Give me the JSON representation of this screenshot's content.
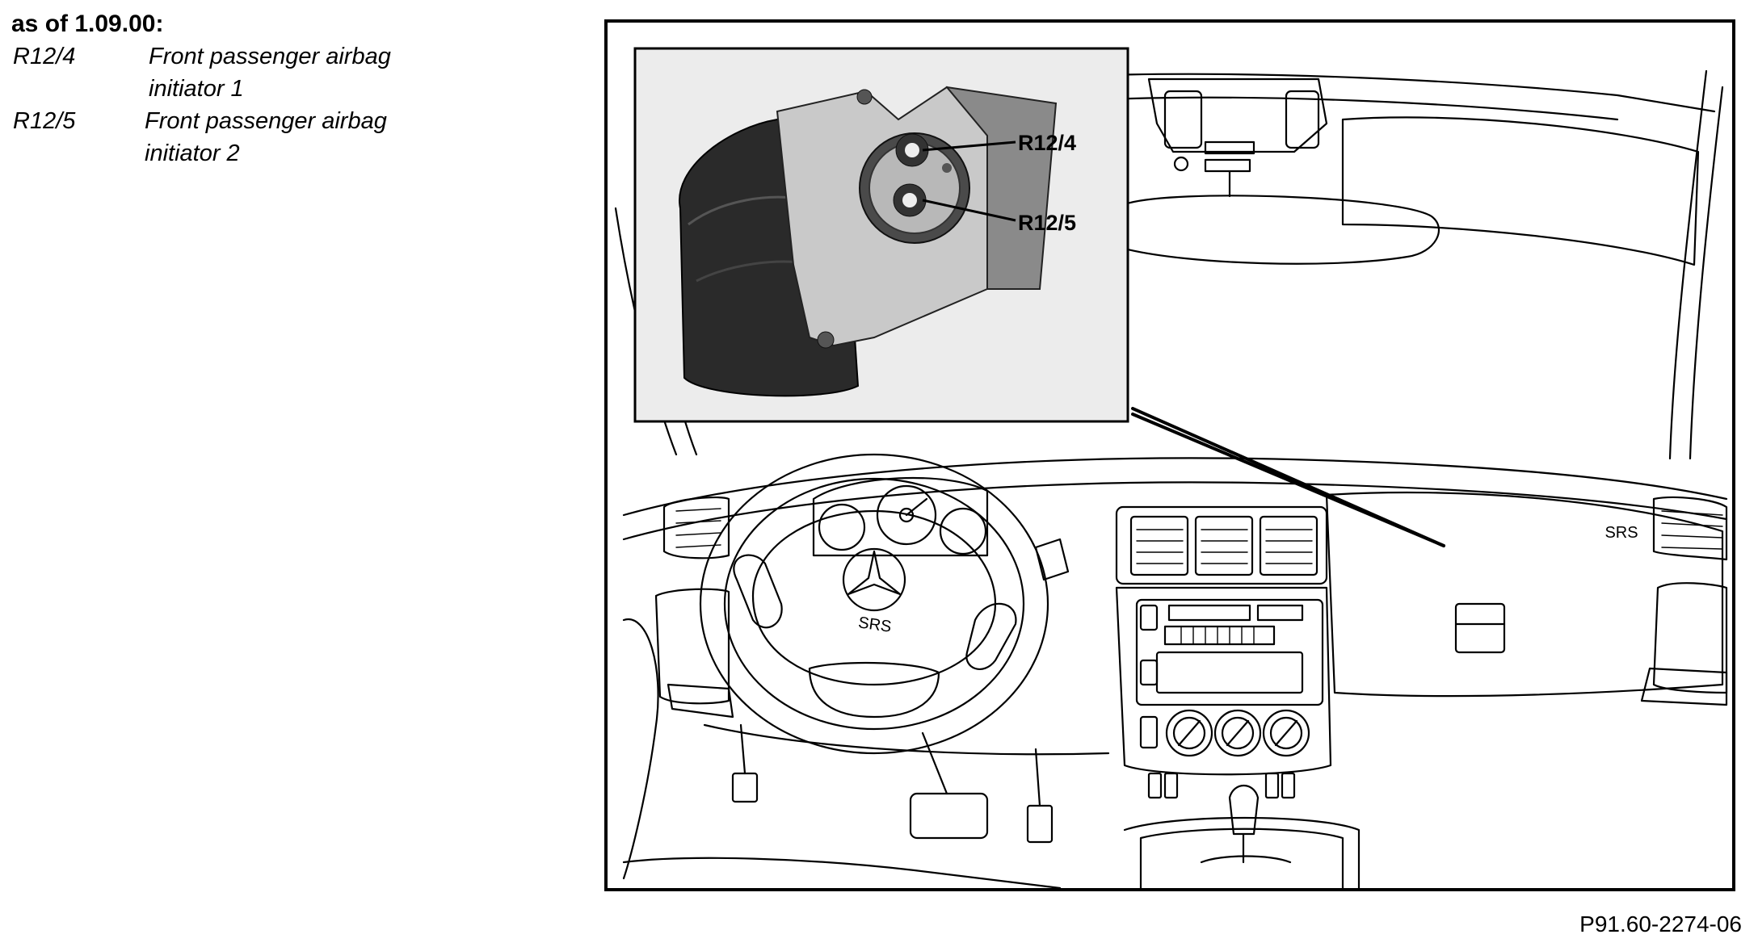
{
  "legend": {
    "heading": "as of 1.09.00:",
    "items": [
      {
        "code": "R12/4",
        "description": "Front passenger airbag initiator 1"
      },
      {
        "code": "R12/5",
        "description": "Front passenger airbag initiator 2"
      }
    ]
  },
  "figure": {
    "callout_labels": [
      "R12/4",
      "R12/5"
    ],
    "steering_wheel_label": "SRS",
    "dashboard_label": "SRS",
    "reference": "P91.60-2274-06"
  }
}
